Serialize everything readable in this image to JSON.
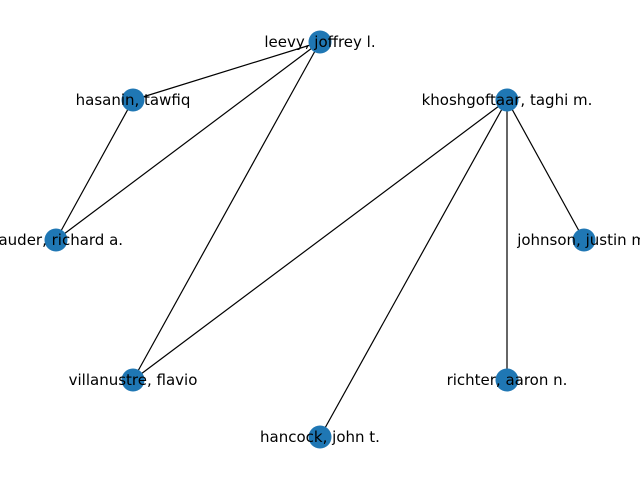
{
  "colors": {
    "node_fill": "#1f77b4",
    "edge_stroke": "#000000",
    "label_color": "#000000",
    "background": "#ffffff"
  },
  "nodes": [
    {
      "id": "leevy",
      "label": "leevy, joffrey l."
    },
    {
      "id": "hasanin",
      "label": "hasanin, tawfiq"
    },
    {
      "id": "bauder",
      "label": "bauder, richard a."
    },
    {
      "id": "villanustre",
      "label": "villanustre, flavio"
    },
    {
      "id": "khoshgoftaar",
      "label": "khoshgoftaar, taghi m."
    },
    {
      "id": "johnson",
      "label": "johnson, justin m."
    },
    {
      "id": "richter",
      "label": "richter, aaron n."
    },
    {
      "id": "hancock",
      "label": "hancock, john t."
    }
  ],
  "edges": [
    [
      "leevy",
      "hasanin"
    ],
    [
      "leevy",
      "bauder"
    ],
    [
      "leevy",
      "villanustre"
    ],
    [
      "hasanin",
      "bauder"
    ],
    [
      "khoshgoftaar",
      "villanustre"
    ],
    [
      "khoshgoftaar",
      "hancock"
    ],
    [
      "khoshgoftaar",
      "richter"
    ],
    [
      "khoshgoftaar",
      "johnson"
    ]
  ]
}
